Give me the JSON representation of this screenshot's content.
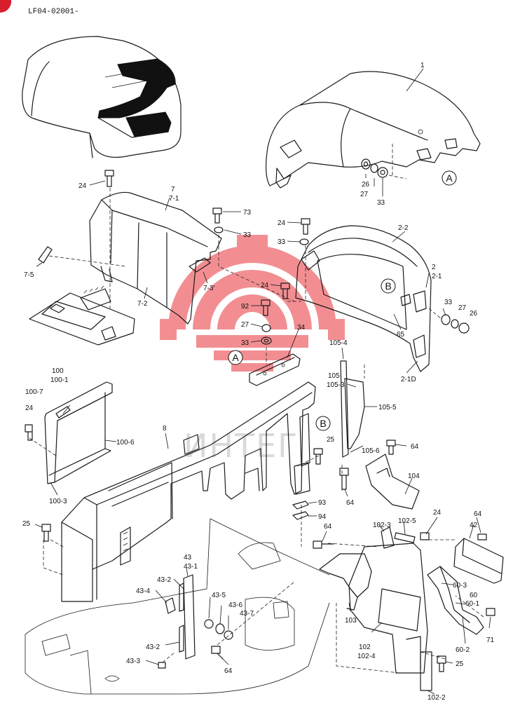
{
  "document": {
    "code": "LF04-02001-",
    "watermark_text": "ИНТЕГ"
  },
  "colors": {
    "ink": "#1a1a1a",
    "watermark_red": "#e8333a",
    "watermark_gray": "#d9d9d9",
    "corner_badge": "#d81e2c"
  },
  "reference_marks": [
    "A",
    "A",
    "B",
    "B"
  ],
  "callouts": [
    "1",
    "26",
    "27",
    "33",
    "24",
    "7",
    "7-1",
    "73",
    "33",
    "24",
    "33",
    "2-2",
    "2",
    "2-1",
    "7-5",
    "7-3'",
    "7-2",
    "24",
    "92",
    "27",
    "33",
    "34",
    "65",
    "33",
    "27",
    "26",
    "2-1D",
    "105-4",
    "105",
    "105-3",
    "105-5",
    "100",
    "100-1",
    "100-7",
    "24",
    "100-6",
    "100-3",
    "8",
    "25",
    "105-6",
    "64",
    "104",
    "64",
    "93",
    "94",
    "25",
    "64",
    "102-3",
    "102-5",
    "24",
    "42",
    "64",
    "43",
    "43-1",
    "43-2",
    "43-4",
    "43-5",
    "43-6",
    "43-7",
    "60-3",
    "60",
    "60-1",
    "103",
    "71",
    "102",
    "102-4",
    "60-2",
    "43-2",
    "43-3",
    "64",
    "25",
    "102-2"
  ]
}
